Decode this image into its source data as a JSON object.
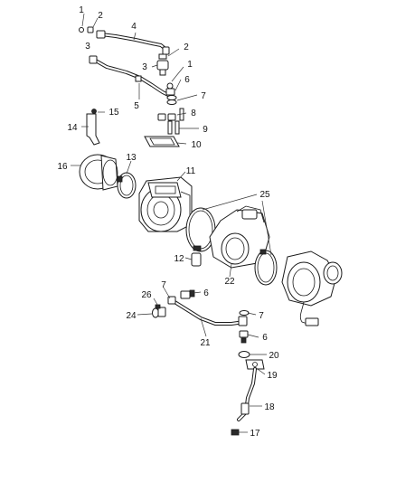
{
  "callouts": {
    "c1a": "1",
    "c2a": "2",
    "c3a": "3",
    "c4": "4",
    "c2b": "2",
    "c3b": "3",
    "c1b": "1",
    "c6a": "6",
    "c7a": "7",
    "c5": "5",
    "c8": "8",
    "c15": "15",
    "c14": "14",
    "c9": "9",
    "c10": "10",
    "c16": "16",
    "c13": "13",
    "c11": "11",
    "c25": "25",
    "c12": "12",
    "c22": "22",
    "c7b": "7",
    "c6b": "6",
    "c26": "26",
    "c24": "24",
    "c21": "21",
    "c7c": "7",
    "c6c": "6",
    "c20": "20",
    "c19": "19",
    "c18": "18",
    "c17": "17"
  }
}
